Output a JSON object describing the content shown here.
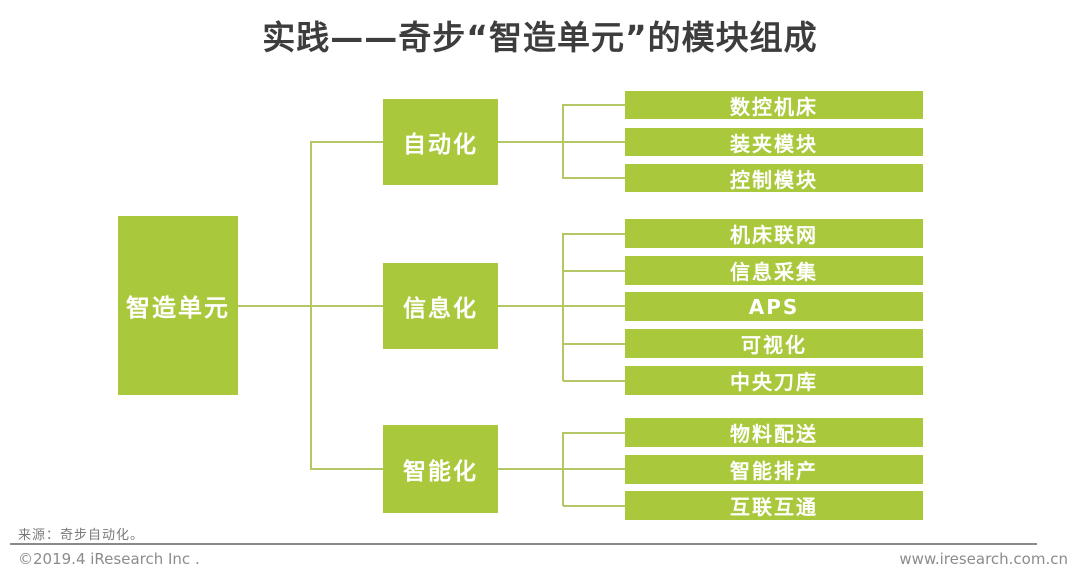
{
  "title": "实践——奇步“智造单元”的模块组成",
  "tree": {
    "root": "智造单元",
    "groups": [
      {
        "label": "自动化",
        "leaves": [
          "数控机床",
          "装夹模块",
          "控制模块"
        ]
      },
      {
        "label": "信息化",
        "leaves": [
          "机床联网",
          "信息采集",
          "APS",
          "可视化",
          "中央刀库"
        ]
      },
      {
        "label": "智能化",
        "leaves": [
          "物料配送",
          "智能排产",
          "互联互通"
        ]
      }
    ]
  },
  "footer": {
    "source": "来源：奇步自动化。",
    "copyright": "©2019.4 iResearch Inc .",
    "website": "www.iresearch.com.cn"
  },
  "colors": {
    "node_green": "#a9c83b",
    "line_green": "#b3c765",
    "title_text": "#3d3d3d",
    "footer_text": "#8c8c8c"
  }
}
